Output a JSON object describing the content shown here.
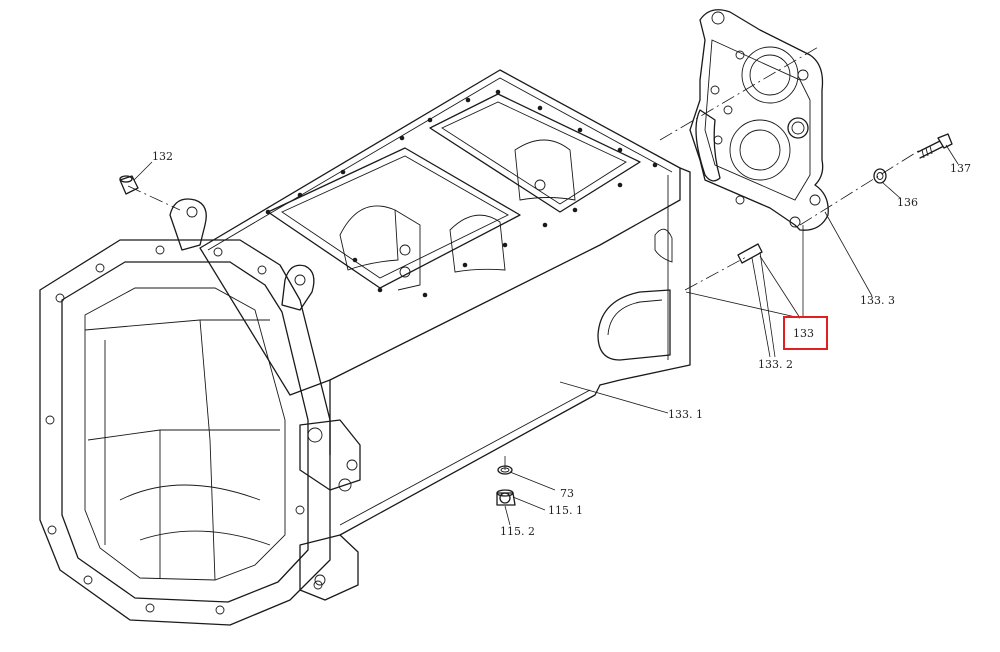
{
  "highlight_color": "#e02020",
  "callouts": {
    "c132": "132",
    "c137": "137",
    "c136": "136",
    "c133_3": "133. 3",
    "c133": "133",
    "c133_2": "133. 2",
    "c133_1": "133. 1",
    "c73": "73",
    "c115_1": "115. 1",
    "c115_2": "115. 2"
  }
}
